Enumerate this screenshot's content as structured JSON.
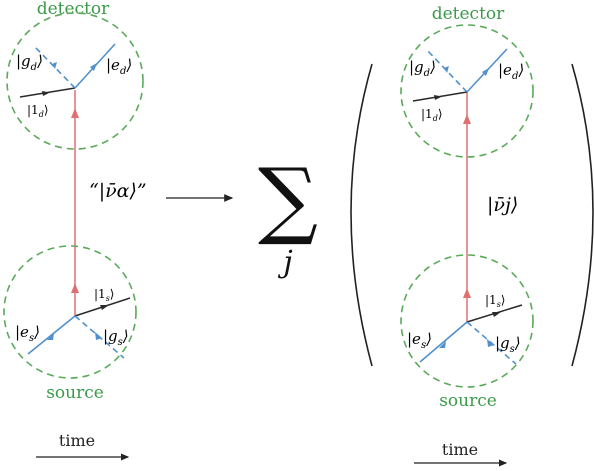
{
  "colors": {
    "circle": "#5aaa5a",
    "photon": "#e07070",
    "excited": "#5090cc",
    "neutrino": "#2a2a2a",
    "label_green": "#3a9a4a"
  },
  "left": {
    "detector_label": "detector",
    "source_label": "source",
    "state_label": "“|ν̄α⟩”",
    "detector_g": "|g",
    "detector_g_sub": "d",
    "detector_e": "|e",
    "detector_e_sub": "d",
    "detector_1": "|1",
    "detector_1_sub": "d",
    "source_e": "|e",
    "source_e_sub": "s",
    "source_g": "|g",
    "source_g_sub": "s",
    "source_1": "|1",
    "source_1_sub": "s",
    "time_label": "time"
  },
  "sum": {
    "symbol": "∑",
    "index": "j"
  },
  "right": {
    "detector_label": "detector",
    "source_label": "source",
    "state_label": "|ν̄j⟩",
    "detector_g": "|g",
    "detector_g_sub": "d",
    "detector_e": "|e",
    "detector_e_sub": "d",
    "detector_1": "|1",
    "detector_1_sub": "d",
    "source_e": "|e",
    "source_e_sub": "s",
    "source_g": "|g",
    "source_g_sub": "s",
    "source_1": "|1",
    "source_1_sub": "s",
    "time_label": "time"
  },
  "ket_close": "⟩"
}
